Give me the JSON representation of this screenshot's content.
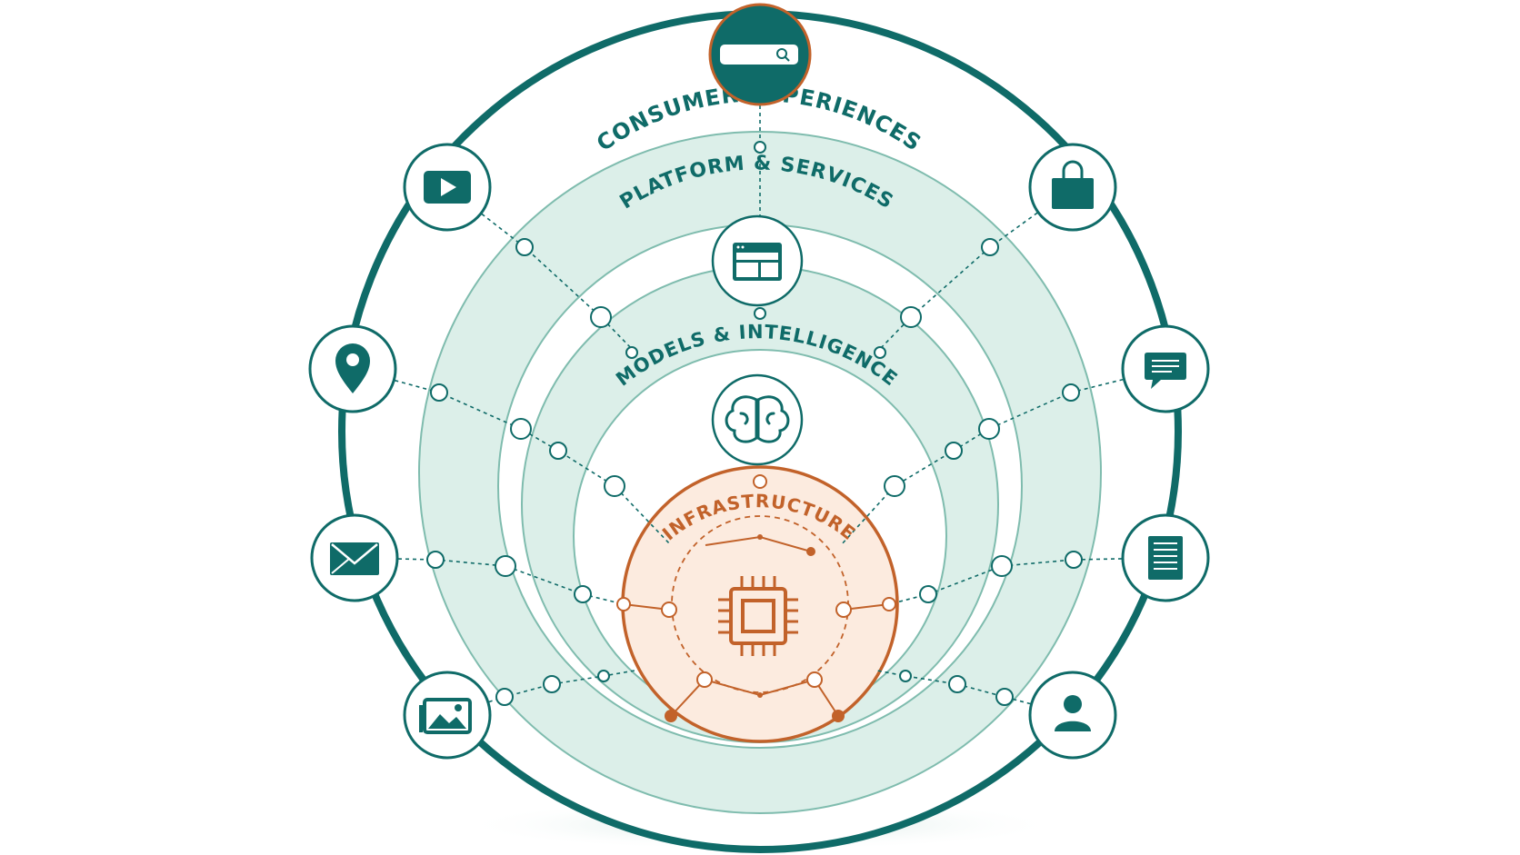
{
  "colors": {
    "teal": "#0f6b68",
    "teal_light": "#dcefe9",
    "teal_mid": "#7fbcae",
    "orange": "#c2622a",
    "orange_light": "#fcebdf"
  },
  "layers": [
    {
      "key": "consumer",
      "label": "CONSUMER EXPERIENCES"
    },
    {
      "key": "platform",
      "label": "PLATFORM & SERVICES"
    },
    {
      "key": "models",
      "label": "MODELS & INTELLIGENCE"
    },
    {
      "key": "infra",
      "label": "INFRASTRUCTURE"
    }
  ],
  "icons": {
    "top": "search-bar-icon",
    "platform": "web-window-icon",
    "models": "brain-icon",
    "infra": "cpu-chip-icon",
    "left": [
      "video-play-icon",
      "location-pin-icon",
      "mail-icon",
      "image-icon"
    ],
    "right": [
      "shopping-bag-icon",
      "chat-bubble-icon",
      "document-icon",
      "user-icon"
    ]
  }
}
